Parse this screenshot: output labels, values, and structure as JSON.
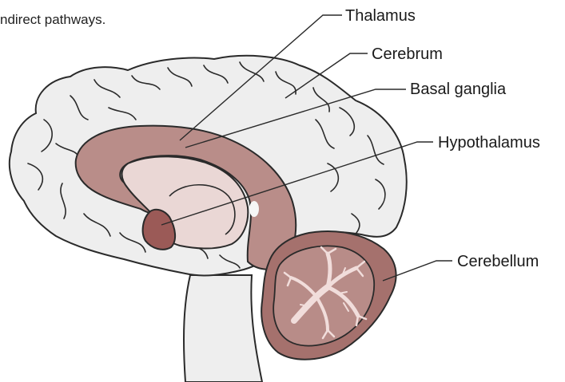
{
  "caption": {
    "fragment": "ndirect pathways."
  },
  "labels": {
    "thalamus": "Thalamus",
    "cerebrum": "Cerebrum",
    "basal_ganglia": "Basal ganglia",
    "hypothalamus": "Hypothalamus",
    "cerebellum": "Cerebellum"
  },
  "colors": {
    "cerebrum_fill": "#eeeeee",
    "limbic_fill": "#b98d89",
    "basal_ganglia_fill": "#ead7d5",
    "hypothalamus_fill": "#9b5a57",
    "cerebellum_fill": "#a5716d",
    "cerebellum_inner": "#b88c88",
    "arbor_vitae": "#f1dddb",
    "brainstem_fill": "#eeeeee",
    "outline": "#2a2a2a"
  }
}
